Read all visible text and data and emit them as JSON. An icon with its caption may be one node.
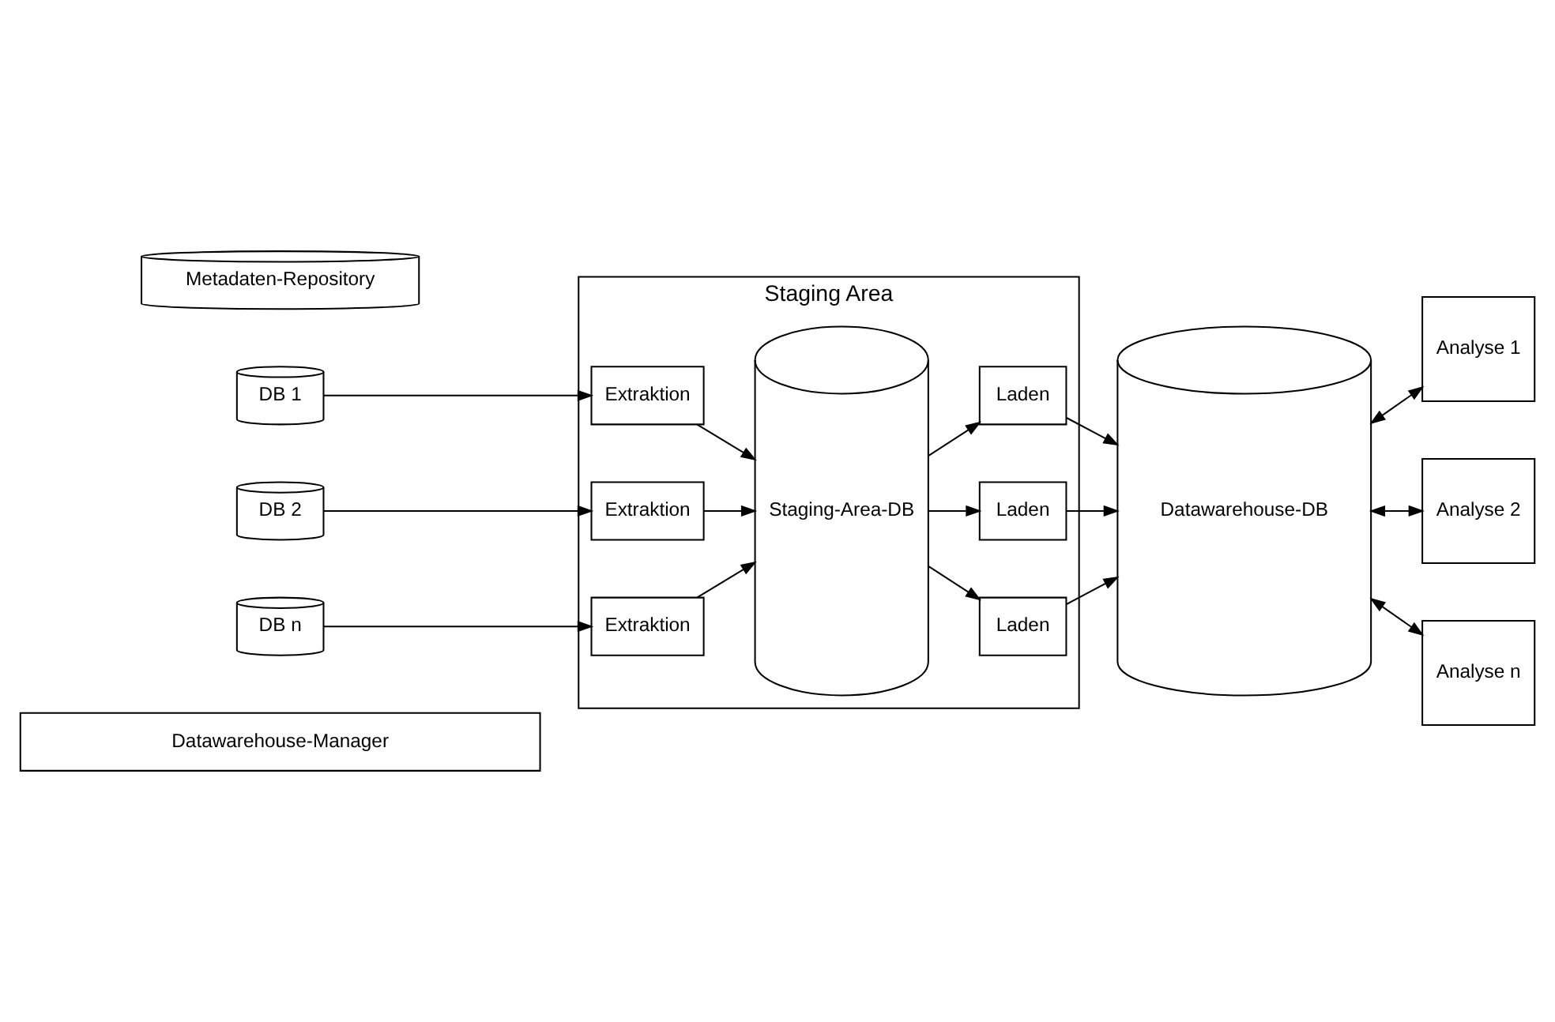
{
  "diagram": {
    "nodes": [
      {
        "text": [
          "Datawarehouse-Manager"
        ]
      },
      {
        "text": [
          "Staging Area"
        ]
      },
      {
        "text": [
          "DB 1"
        ]
      },
      {
        "text": [
          "DB 2"
        ]
      },
      {
        "text": [
          "DB n"
        ]
      },
      {
        "text": [
          "Extraktion"
        ],
        "in": 1
      },
      {
        "text": [
          "Extraktion"
        ],
        "in": 1
      },
      {
        "text": [
          "Extraktion"
        ],
        "in": 1
      },
      {
        "text": [
          "Staging-Area-DB"
        ],
        "in": 1
      },
      {
        "text": [
          "Laden"
        ],
        "in": 1
      },
      {
        "text": [
          "Laden"
        ],
        "in": 1
      },
      {
        "text": [
          "Laden"
        ],
        "in": 1
      },
      {
        "text": [
          "Datawarehouse-DB"
        ]
      },
      {
        "text": [
          "Analyse 1"
        ]
      },
      {
        "text": [
          "Analyse 2"
        ]
      },
      {
        "text": [
          "Analyse n"
        ]
      },
      {
        "text": [
          "Metadaten-Repository"
        ]
      }
    ],
    "edges": [
      {
        "from": 2,
        "to": 5,
        "arrow": "to"
      },
      {
        "from": 3,
        "to": 6,
        "arrow": "to"
      },
      {
        "from": 4,
        "to": 7,
        "arrow": "to"
      },
      {
        "from": 5,
        "to": 8,
        "arrow": "to"
      },
      {
        "from": 6,
        "to": 8,
        "arrow": "to"
      },
      {
        "from": 7,
        "to": 8,
        "arrow": "to"
      },
      {
        "from": 8,
        "to": 9,
        "arrow": "to"
      },
      {
        "from": 8,
        "to": 10,
        "arrow": "to"
      },
      {
        "from": 8,
        "to": 11,
        "arrow": "to"
      },
      {
        "from": 9,
        "to": 12,
        "arrow": "to"
      },
      {
        "from": 10,
        "to": 12,
        "arrow": "to"
      },
      {
        "from": 11,
        "to": 12,
        "arrow": "to"
      },
      {
        "from": 12,
        "to": 13,
        "arrow": "both"
      },
      {
        "from": 12,
        "to": 14,
        "arrow": "both"
      },
      {
        "from": 12,
        "to": 15,
        "arrow": "both"
      }
    ]
  }
}
